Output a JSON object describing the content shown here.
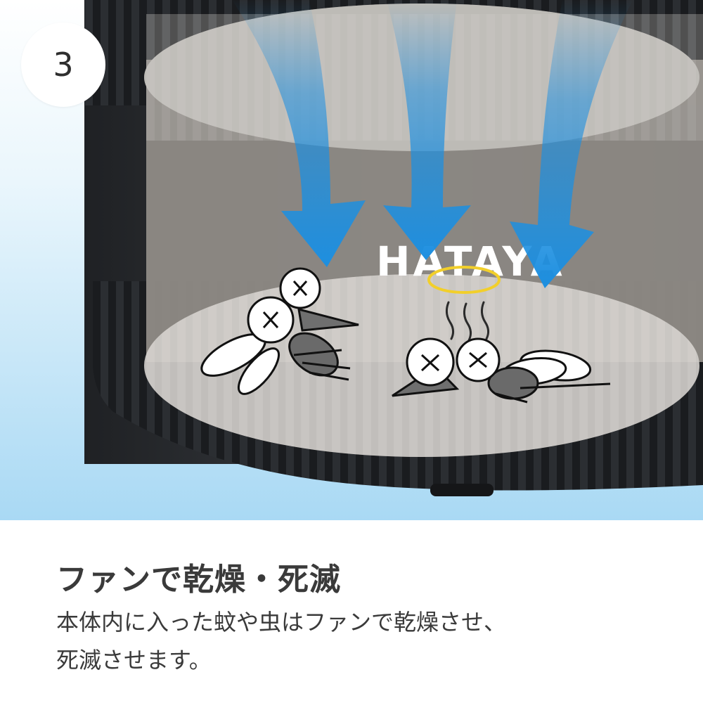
{
  "step": {
    "number": "3"
  },
  "product": {
    "brand_text": "HATAYA"
  },
  "caption": {
    "heading": "ファンで乾燥・死滅",
    "lines": [
      "本体内に入った蚊や虫はファンで乾燥させ、",
      "死滅させます。"
    ]
  },
  "icons": [
    "down-arrow-icon",
    "mosquito-icon",
    "halo-icon",
    "steam-icon"
  ],
  "colors": {
    "arrow_blue": "#1d8fe0",
    "halo_yellow": "#f2cf2a",
    "background_sky": "#bfe3f6",
    "device_dark": "#2f3236",
    "text_dark": "#3a3a3a"
  }
}
